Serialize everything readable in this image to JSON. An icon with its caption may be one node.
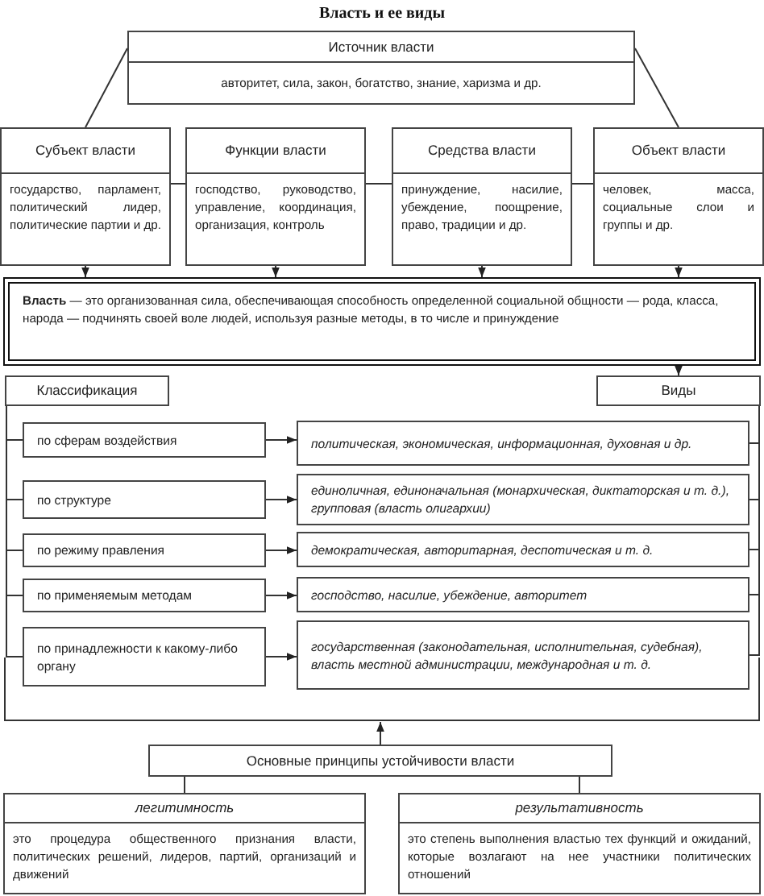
{
  "diagram": {
    "title": "Власть и ее виды",
    "nodes": [
      {
        "text": [
          "Источник власти",
          "авторитет, сила, закон, богатство, знание, харизма и др."
        ]
      },
      {
        "text": [
          "Субъект власти",
          "государство, парламент, политический лидер, политические партии и др."
        ]
      },
      {
        "text": [
          "Функции власти",
          "господство, руководство, управление, координация, организация, контроль"
        ]
      },
      {
        "text": [
          "Средства власти",
          "принуждение, насилие, убеждение, поощрение, право, традиции и др."
        ]
      },
      {
        "text": [
          "Объект власти",
          "человек, масса, социальные слои и группы и др."
        ]
      },
      {
        "text": [
          "**Власть** — это организованная сила, обеспечивающая способность определенной социальной общности — рода, класса, народа — подчинять своей воле людей, используя разные методы, в то числе и принуждение"
        ]
      },
      {
        "text": [
          "Классификация"
        ]
      },
      {
        "text": [
          "Виды"
        ]
      },
      {
        "text": [
          "по сферам воздействия"
        ]
      },
      {
        "text": [
          "по структуре"
        ]
      },
      {
        "text": [
          "по режиму правления"
        ]
      },
      {
        "text": [
          "по применяемым методам"
        ]
      },
      {
        "text": [
          "по принадлежности к какому-либо органу"
        ]
      },
      {
        "text": [
          "политическая, экономическая, информационная, духовная и др."
        ]
      },
      {
        "text": [
          "единоличная, единоначальная (монархическая, диктаторская и т. д.), групповая (власть олигархии)"
        ]
      },
      {
        "text": [
          "демократическая, авторитарная, деспотическая и т. д."
        ]
      },
      {
        "text": [
          "господство, насилие, убеждение, авторитет"
        ]
      },
      {
        "text": [
          "государственная (законодательная, исполнительная, судебная), власть местной администрации, международная и т. д."
        ]
      },
      {
        "text": [
          "Основные принципы устойчивости власти"
        ]
      },
      {
        "text": [
          "легитимность",
          "это процедура общественного признания власти, политических решений, лидеров, партий, организаций и движений"
        ]
      },
      {
        "text": [
          "результативность",
          "это степень выполнения властью тех функций и ожиданий, которые возлагают на нее участники политических отношений"
        ]
      }
    ],
    "edges": [
      {
        "from": 0,
        "to": 1,
        "arrow": "none"
      },
      {
        "from": 0,
        "to": 4,
        "arrow": "none"
      },
      {
        "from": 1,
        "to": 2,
        "arrow": "none"
      },
      {
        "from": 2,
        "to": 3,
        "arrow": "none"
      },
      {
        "from": 3,
        "to": 4,
        "arrow": "none"
      },
      {
        "from": 1,
        "to": 5,
        "arrow": "to"
      },
      {
        "from": 2,
        "to": 5,
        "arrow": "to"
      },
      {
        "from": 3,
        "to": 5,
        "arrow": "to"
      },
      {
        "from": 4,
        "to": 5,
        "arrow": "to"
      },
      {
        "from": 5,
        "to": 7,
        "arrow": "to"
      },
      {
        "from": 6,
        "to": 8,
        "arrow": "none"
      },
      {
        "from": 6,
        "to": 9,
        "arrow": "none"
      },
      {
        "from": 6,
        "to": 10,
        "arrow": "none"
      },
      {
        "from": 6,
        "to": 11,
        "arrow": "none"
      },
      {
        "from": 6,
        "to": 12,
        "arrow": "none"
      },
      {
        "from": 8,
        "to": 13,
        "arrow": "to"
      },
      {
        "from": 9,
        "to": 14,
        "arrow": "to"
      },
      {
        "from": 10,
        "to": 15,
        "arrow": "to"
      },
      {
        "from": 11,
        "to": 16,
        "arrow": "to"
      },
      {
        "from": 12,
        "to": 17,
        "arrow": "to"
      },
      {
        "from": 7,
        "to": 13,
        "arrow": "none"
      },
      {
        "from": 7,
        "to": 14,
        "arrow": "none"
      },
      {
        "from": 7,
        "to": 15,
        "arrow": "none"
      },
      {
        "from": 7,
        "to": 16,
        "arrow": "none"
      },
      {
        "from": 7,
        "to": 17,
        "arrow": "none"
      },
      {
        "from": 18,
        "to": null,
        "arrow": "to"
      },
      {
        "from": 18,
        "to": 19,
        "arrow": "none"
      },
      {
        "from": 18,
        "to": 20,
        "arrow": "none"
      }
    ]
  }
}
